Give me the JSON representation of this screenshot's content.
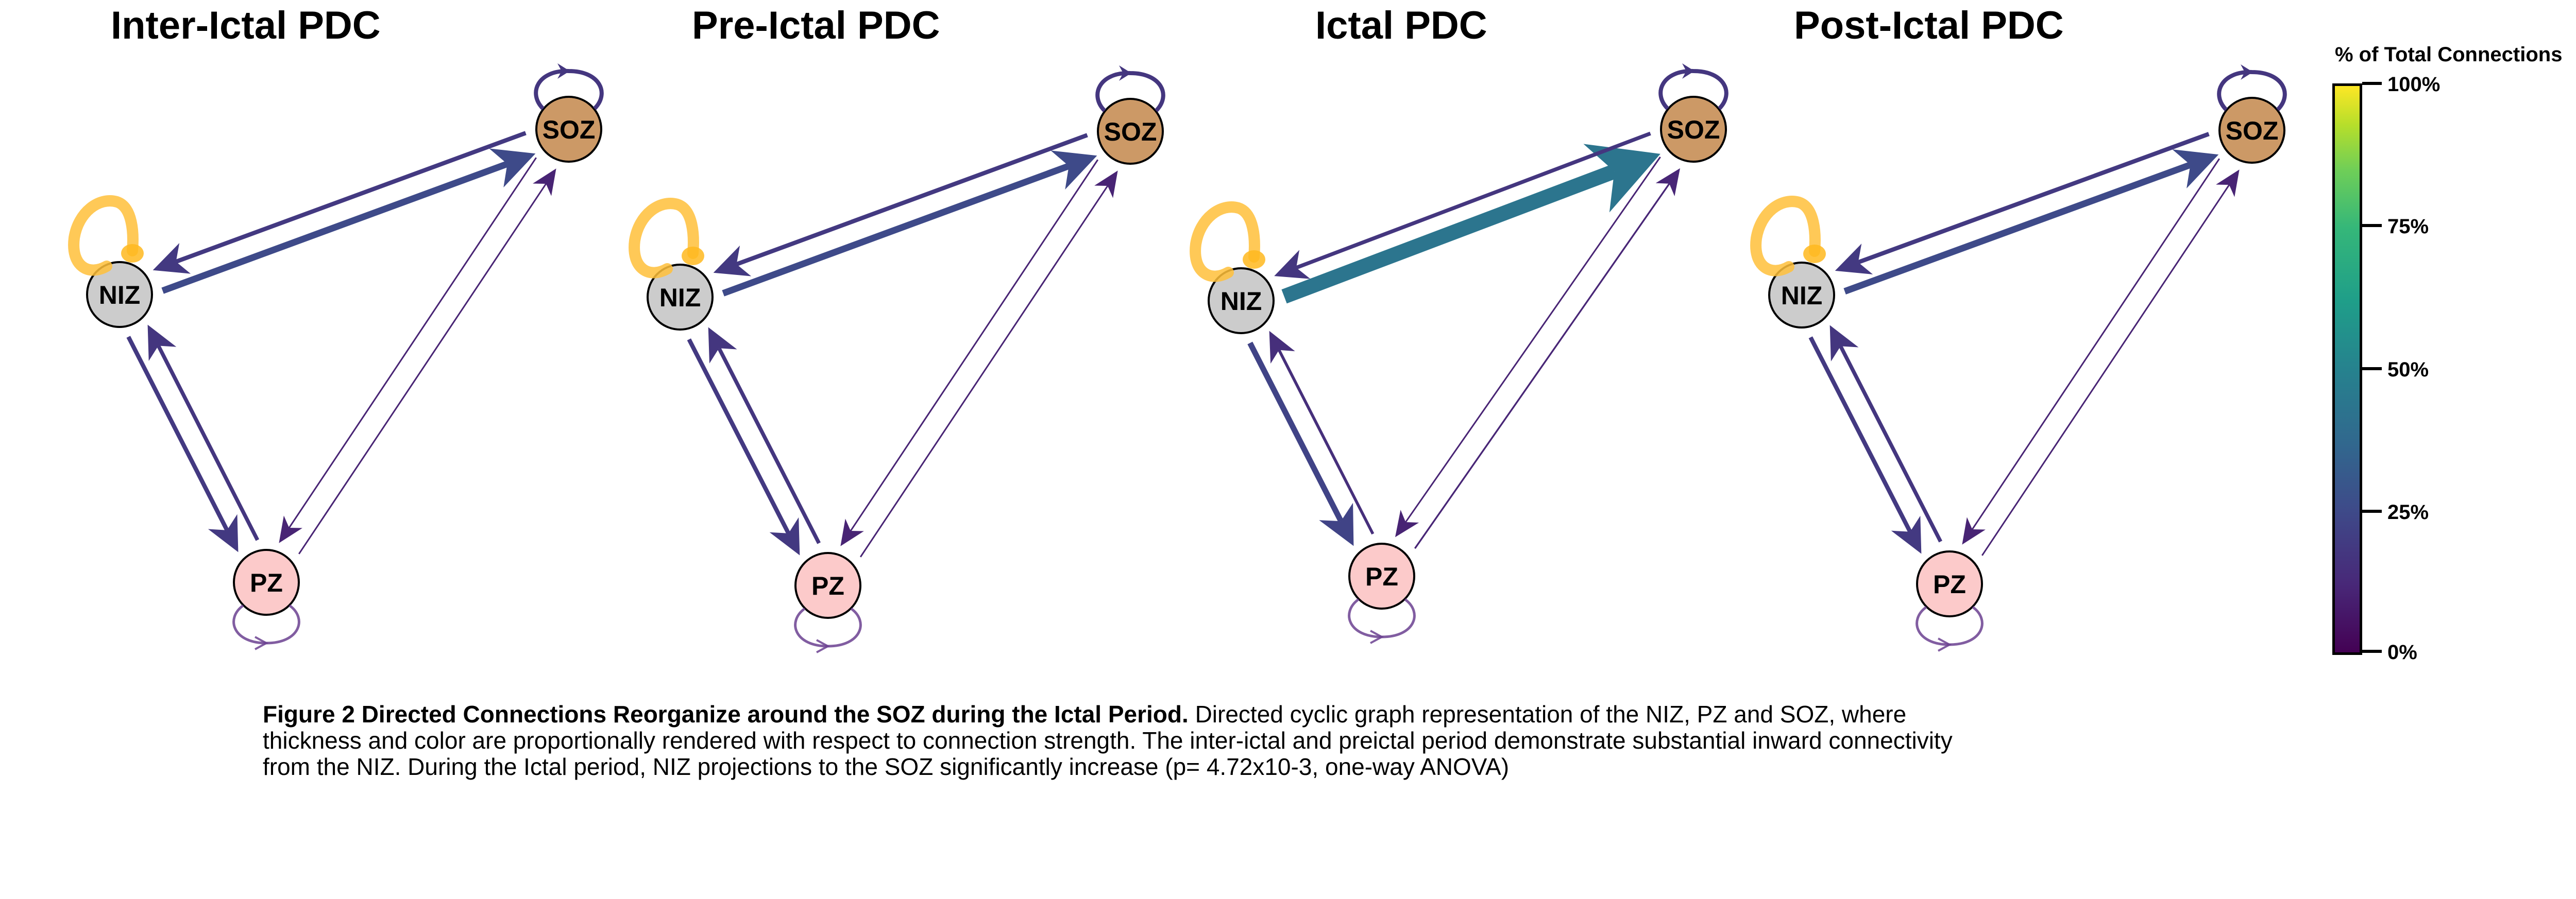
{
  "chart_data": {
    "type": "directed-graph",
    "legend": {
      "title": "% of Total Connections",
      "ticks": [
        "100%",
        "75%",
        "50%",
        "25%",
        "0%"
      ],
      "tick_values": [
        100,
        75,
        50,
        25,
        0
      ],
      "colormap": "viridis",
      "placement": "right"
    },
    "node_labels": {
      "NIZ": "NIZ",
      "SOZ": "SOZ",
      "PZ": "PZ"
    },
    "node_colors": {
      "NIZ": "#cccccc",
      "SOZ": "#cc9966",
      "PZ": "#fccaca"
    },
    "panels": [
      {
        "title": "Inter-Ictal PDC",
        "edges": [
          {
            "from": "NIZ",
            "to": "NIZ",
            "value": 90
          },
          {
            "from": "SOZ",
            "to": "SOZ",
            "value": 6
          },
          {
            "from": "PZ",
            "to": "PZ",
            "value": 3
          },
          {
            "from": "NIZ",
            "to": "SOZ",
            "value": 12
          },
          {
            "from": "SOZ",
            "to": "NIZ",
            "value": 7
          },
          {
            "from": "NIZ",
            "to": "PZ",
            "value": 7
          },
          {
            "from": "PZ",
            "to": "NIZ",
            "value": 6
          },
          {
            "from": "SOZ",
            "to": "PZ",
            "value": 1
          },
          {
            "from": "PZ",
            "to": "SOZ",
            "value": 1
          }
        ]
      },
      {
        "title": "Pre-Ictal PDC",
        "edges": [
          {
            "from": "NIZ",
            "to": "NIZ",
            "value": 90
          },
          {
            "from": "SOZ",
            "to": "SOZ",
            "value": 6
          },
          {
            "from": "PZ",
            "to": "PZ",
            "value": 3
          },
          {
            "from": "NIZ",
            "to": "SOZ",
            "value": 12
          },
          {
            "from": "SOZ",
            "to": "NIZ",
            "value": 7
          },
          {
            "from": "NIZ",
            "to": "PZ",
            "value": 7
          },
          {
            "from": "PZ",
            "to": "NIZ",
            "value": 6
          },
          {
            "from": "SOZ",
            "to": "PZ",
            "value": 1
          },
          {
            "from": "PZ",
            "to": "SOZ",
            "value": 1
          }
        ]
      },
      {
        "title": "Ictal PDC",
        "edges": [
          {
            "from": "NIZ",
            "to": "NIZ",
            "value": 90
          },
          {
            "from": "SOZ",
            "to": "SOZ",
            "value": 6
          },
          {
            "from": "PZ",
            "to": "PZ",
            "value": 3
          },
          {
            "from": "NIZ",
            "to": "SOZ",
            "value": 30
          },
          {
            "from": "SOZ",
            "to": "NIZ",
            "value": 6
          },
          {
            "from": "NIZ",
            "to": "PZ",
            "value": 10
          },
          {
            "from": "PZ",
            "to": "NIZ",
            "value": 4
          },
          {
            "from": "SOZ",
            "to": "PZ",
            "value": 1
          },
          {
            "from": "PZ",
            "to": "SOZ",
            "value": 1.5
          }
        ]
      },
      {
        "title": "Post-Ictal PDC",
        "edges": [
          {
            "from": "NIZ",
            "to": "NIZ",
            "value": 90
          },
          {
            "from": "SOZ",
            "to": "SOZ",
            "value": 6
          },
          {
            "from": "PZ",
            "to": "PZ",
            "value": 3
          },
          {
            "from": "NIZ",
            "to": "SOZ",
            "value": 12
          },
          {
            "from": "SOZ",
            "to": "NIZ",
            "value": 7
          },
          {
            "from": "NIZ",
            "to": "PZ",
            "value": 7
          },
          {
            "from": "PZ",
            "to": "NIZ",
            "value": 6
          },
          {
            "from": "SOZ",
            "to": "PZ",
            "value": 1
          },
          {
            "from": "PZ",
            "to": "SOZ",
            "value": 1
          }
        ]
      }
    ]
  },
  "caption": {
    "bold": "Figure 2 Directed Connections Reorganize around the SOZ during the Ictal Period.",
    "text": " Directed cyclic graph representation of the NIZ, PZ and SOZ, where thickness and color are proportionally rendered with respect to connection strength. The inter-ictal and preictal period demonstrate substantial inward connectivity from the NIZ. During the Ictal period, NIZ projections to the SOZ significantly increase (p= 4.72x10-3, one-way ANOVA)"
  }
}
